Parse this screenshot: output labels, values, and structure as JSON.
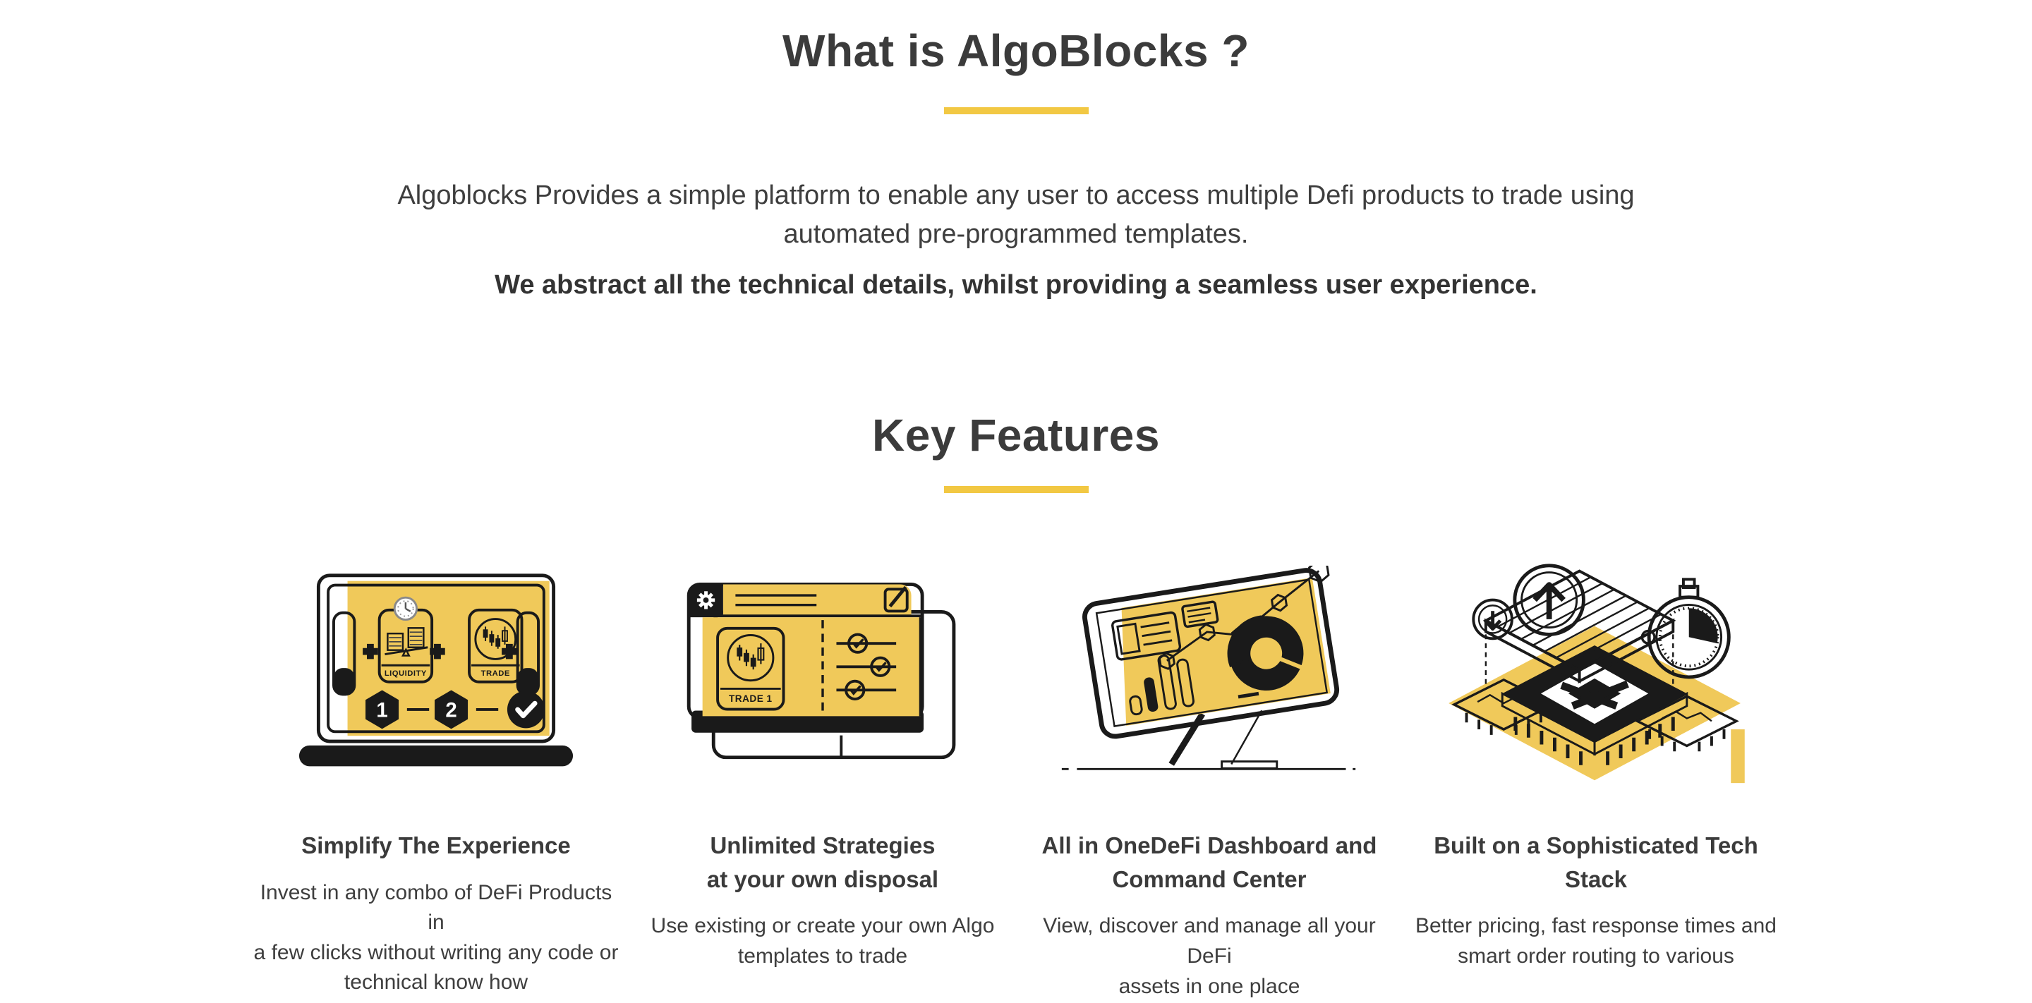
{
  "colors": {
    "accent_yellow": "#F2C843",
    "illustration_yellow": "#F0C95A",
    "heading_text": "#3B3B3B",
    "body_text": "#3E3E3E",
    "ink": "#1A1A1A",
    "background": "#FFFFFF"
  },
  "intro": {
    "title": "What is AlgoBlocks ?",
    "paragraph": "Algoblocks Provides a simple platform to enable any user to access multiple Defi products to trade using\nautomated pre-programmed templates.",
    "emphasis": "We abstract all the technical details, whilst providing a seamless user experience."
  },
  "features": {
    "title": "Key Features",
    "cards": [
      {
        "title": "Simplify The Experience",
        "description": "Invest in any combo of DeFi Products in\na few clicks without writing any code or\ntechnical know how",
        "illustration": "laptop-defi-blocks",
        "labels": {
          "block1": "LIQUIDITY",
          "block2": "TRADE",
          "step1": "1",
          "step2": "2"
        }
      },
      {
        "title": "Unlimited Strategies\nat your own disposal",
        "description": "Use existing or create your own Algo\ntemplates to trade",
        "illustration": "strategy-template-window",
        "labels": {
          "card": "TRADE 1"
        }
      },
      {
        "title": "All in OneDeFi Dashboard and\nCommand Center",
        "description": "View, discover and manage all your DeFi\nassets in one place",
        "illustration": "defi-dashboard-monitor"
      },
      {
        "title": "Built on a Sophisticated Tech\nStack",
        "description": "Better pricing, fast response times and\nsmart order routing to various",
        "illustration": "tech-stack-chip"
      }
    ]
  }
}
